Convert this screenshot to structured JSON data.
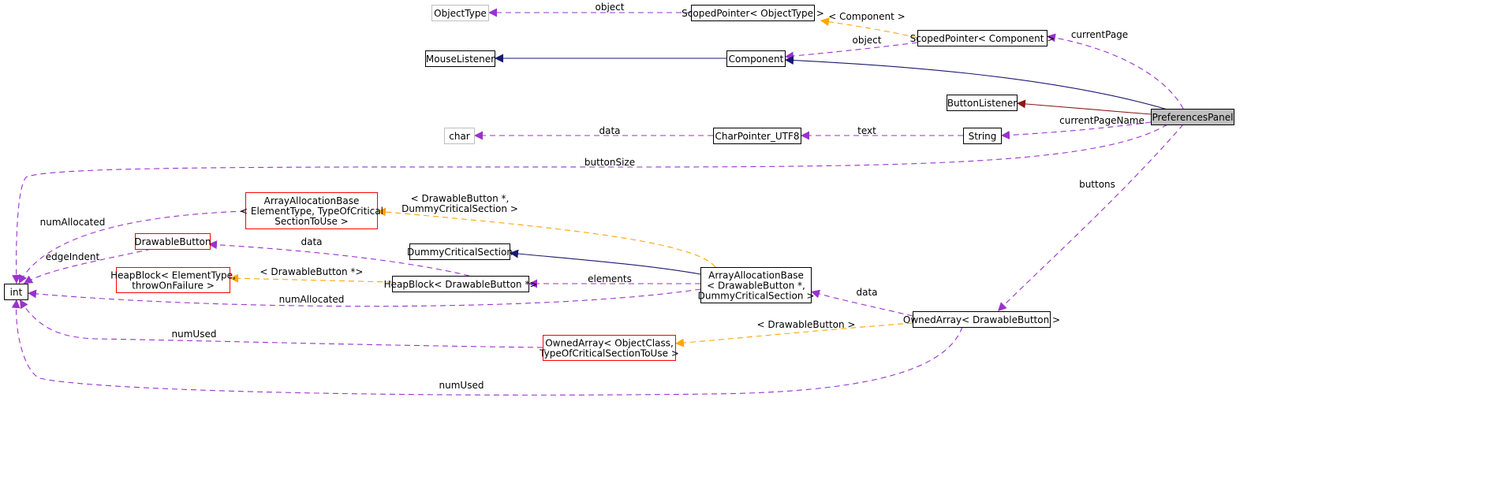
{
  "diagram": {
    "nodes": [
      {
        "id": "ObjectType",
        "lines": [
          "ObjectType"
        ],
        "style": "gray"
      },
      {
        "id": "ScopedPointerObjectType",
        "lines": [
          "ScopedPointer< ObjectType >"
        ],
        "style": "normal"
      },
      {
        "id": "ScopedPointerComponent",
        "lines": [
          "ScopedPointer< Component >"
        ],
        "style": "normal"
      },
      {
        "id": "MouseListener",
        "lines": [
          "MouseListener"
        ],
        "style": "normal"
      },
      {
        "id": "Component",
        "lines": [
          "Component"
        ],
        "style": "normal"
      },
      {
        "id": "ButtonListener",
        "lines": [
          "ButtonListener"
        ],
        "style": "normal"
      },
      {
        "id": "PreferencesPanel",
        "lines": [
          "PreferencesPanel"
        ],
        "style": "focus"
      },
      {
        "id": "char",
        "lines": [
          "char"
        ],
        "style": "gray"
      },
      {
        "id": "CharPointer_UTF8",
        "lines": [
          "CharPointer_UTF8"
        ],
        "style": "normal"
      },
      {
        "id": "String",
        "lines": [
          "String"
        ],
        "style": "normal"
      },
      {
        "id": "ArrayAllocationBaseGeneric",
        "lines": [
          "ArrayAllocationBase",
          "< ElementType, TypeOfCritical",
          "SectionToUse >"
        ],
        "style": "red"
      },
      {
        "id": "DrawableButton",
        "lines": [
          "DrawableButton"
        ],
        "style": "red"
      },
      {
        "id": "DummyCriticalSection",
        "lines": [
          "DummyCriticalSection"
        ],
        "style": "normal"
      },
      {
        "id": "HeapBlockGeneric",
        "lines": [
          "HeapBlock< ElementType,",
          "throwOnFailure >"
        ],
        "style": "red"
      },
      {
        "id": "HeapBlockDrawableButton",
        "lines": [
          "HeapBlock< DrawableButton *>"
        ],
        "style": "normal"
      },
      {
        "id": "ArrayAllocationBaseDrawable",
        "lines": [
          "ArrayAllocationBase",
          "< DrawableButton *,",
          "DummyCriticalSection >"
        ],
        "style": "normal"
      },
      {
        "id": "int",
        "lines": [
          "int"
        ],
        "style": "normal"
      },
      {
        "id": "OwnedArrayDrawableButton",
        "lines": [
          "OwnedArray< DrawableButton >"
        ],
        "style": "normal"
      },
      {
        "id": "OwnedArrayGeneric",
        "lines": [
          "OwnedArray< ObjectClass,",
          "TypeOfCriticalSectionToUse >"
        ],
        "style": "red"
      }
    ],
    "edges": [
      {
        "id": "e-object",
        "from": "ScopedPointerObjectType",
        "to": "ObjectType",
        "kind": "usage",
        "label_lines": [
          "object"
        ]
      },
      {
        "id": "e-component-tmpl",
        "from": "ScopedPointerComponent",
        "to": "ScopedPointerObjectType",
        "kind": "template",
        "label_lines": [
          "< Component >"
        ]
      },
      {
        "id": "e-object2",
        "from": "ScopedPointerComponent",
        "to": "Component",
        "kind": "usage",
        "label_lines": [
          "object"
        ]
      },
      {
        "id": "e-currentPage",
        "from": "PreferencesPanel",
        "to": "ScopedPointerComponent",
        "kind": "usage",
        "label_lines": [
          "currentPage"
        ]
      },
      {
        "id": "e-mouse",
        "from": "Component",
        "to": "MouseListener",
        "kind": "inherit",
        "label_lines": []
      },
      {
        "id": "e-comp-inherit",
        "from": "PreferencesPanel",
        "to": "Component",
        "kind": "inherit",
        "label_lines": []
      },
      {
        "id": "e-buttonlistener",
        "from": "PreferencesPanel",
        "to": "ButtonListener",
        "kind": "private-inherit",
        "label_lines": []
      },
      {
        "id": "e-data-char",
        "from": "CharPointer_UTF8",
        "to": "char",
        "kind": "usage",
        "label_lines": [
          "data"
        ]
      },
      {
        "id": "e-text",
        "from": "String",
        "to": "CharPointer_UTF8",
        "kind": "usage",
        "label_lines": [
          "text"
        ]
      },
      {
        "id": "e-currentPageName",
        "from": "PreferencesPanel",
        "to": "String",
        "kind": "usage",
        "label_lines": [
          "currentPageName"
        ]
      },
      {
        "id": "e-buttonSize",
        "from": "PreferencesPanel",
        "to": "int",
        "kind": "usage",
        "label_lines": [
          "buttonSize"
        ]
      },
      {
        "id": "e-buttons",
        "from": "PreferencesPanel",
        "to": "OwnedArrayDrawableButton",
        "kind": "usage",
        "label_lines": [
          "buttons"
        ]
      },
      {
        "id": "e-numAllocated1",
        "from": "ArrayAllocationBaseGeneric",
        "to": "int",
        "kind": "usage",
        "label_lines": [
          "numAllocated"
        ]
      },
      {
        "id": "e-edgeIndent",
        "from": "DrawableButton",
        "to": "int",
        "kind": "usage",
        "label_lines": [
          "edgeIndent"
        ]
      },
      {
        "id": "e-drawable-tmpl",
        "from": "ArrayAllocationBaseDrawable",
        "to": "ArrayAllocationBaseGeneric",
        "kind": "template",
        "label_lines": [
          "< DrawableButton *,",
          "DummyCriticalSection >"
        ]
      },
      {
        "id": "e-data-drawable",
        "from": "HeapBlockDrawableButton",
        "to": "DrawableButton",
        "kind": "usage",
        "label_lines": [
          "data"
        ]
      },
      {
        "id": "e-dummy",
        "from": "ArrayAllocationBaseDrawable",
        "to": "DummyCriticalSection",
        "kind": "inherit",
        "label_lines": []
      },
      {
        "id": "e-heap-tmpl",
        "from": "HeapBlockDrawableButton",
        "to": "HeapBlockGeneric",
        "kind": "template",
        "label_lines": [
          "< DrawableButton *>"
        ]
      },
      {
        "id": "e-elements",
        "from": "ArrayAllocationBaseDrawable",
        "to": "HeapBlockDrawableButton",
        "kind": "usage",
        "label_lines": [
          "elements"
        ]
      },
      {
        "id": "e-numAllocated2",
        "from": "ArrayAllocationBaseDrawable",
        "to": "int",
        "kind": "usage",
        "label_lines": [
          "numAllocated"
        ]
      },
      {
        "id": "e-data-owned",
        "from": "OwnedArrayDrawableButton",
        "to": "ArrayAllocationBaseDrawable",
        "kind": "usage",
        "label_lines": [
          "data"
        ]
      },
      {
        "id": "e-owned-tmpl",
        "from": "OwnedArrayDrawableButton",
        "to": "OwnedArrayGeneric",
        "kind": "template",
        "label_lines": [
          "< DrawableButton >"
        ]
      },
      {
        "id": "e-numUsed1",
        "from": "OwnedArrayGeneric",
        "to": "int",
        "kind": "usage",
        "label_lines": [
          "numUsed"
        ]
      },
      {
        "id": "e-numUsed2",
        "from": "OwnedArrayDrawableButton",
        "to": "int",
        "kind": "usage",
        "label_lines": [
          "numUsed"
        ]
      }
    ],
    "colors": {
      "usage": "#9a32cd",
      "template": "#ffa500",
      "inherit": "#191970",
      "private-inherit": "#8b1a1a",
      "border_normal": "#000000",
      "border_gray": "#bfbfbf",
      "border_red": "#ff0000",
      "focus_fill": "#bfbfbf"
    }
  }
}
